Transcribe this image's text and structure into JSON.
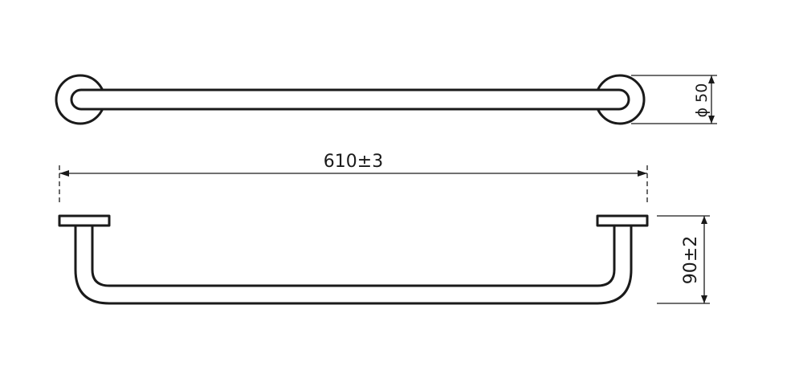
{
  "dimensions": {
    "length_label": "610±3",
    "projection_label": "90±2",
    "diameter_symbol": "ϕ",
    "diameter_value": "50"
  },
  "colors": {
    "line": "#1a1a1a",
    "background": "#ffffff"
  }
}
